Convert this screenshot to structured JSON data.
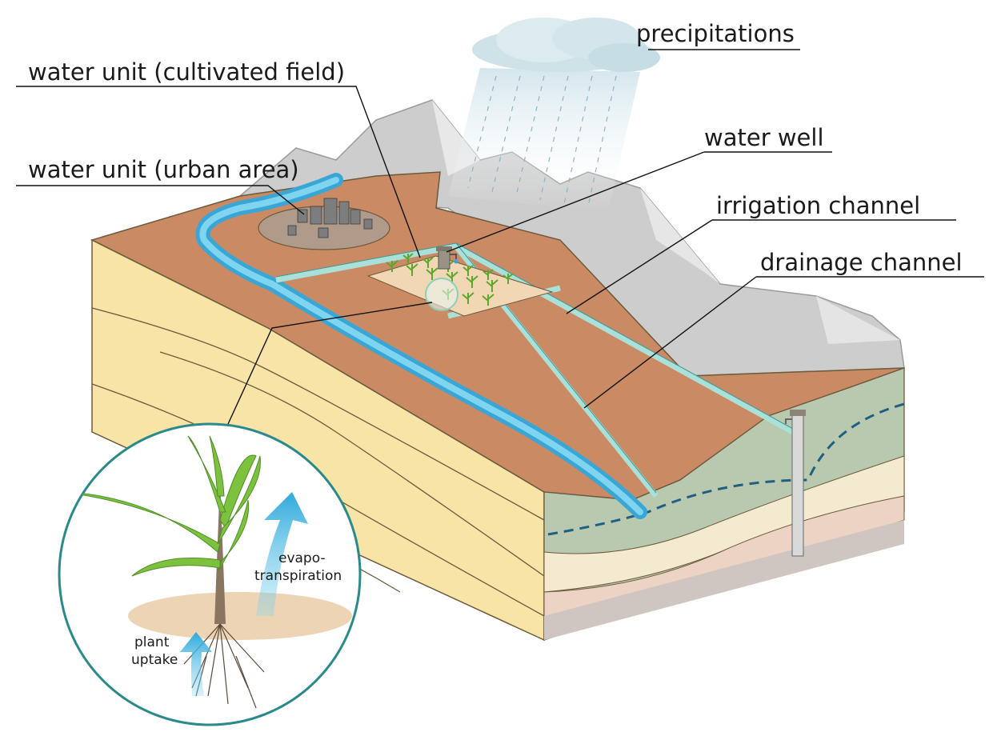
{
  "labels": {
    "precipitations": "precipitations",
    "cultivated_field": "water unit (cultivated field)",
    "urban_area": "water unit (urban area)",
    "water_well": "water well",
    "irrigation_channel": "irrigation channel",
    "drainage_channel": "drainage channel",
    "evapo_line1": "evapo-",
    "evapo_line2": "transpiration",
    "uptake_line1": "plant",
    "uptake_line2": "uptake"
  },
  "colors": {
    "soil_top": "#c98a64",
    "soil_side": "#f7e4a6",
    "mountain": "#c9c9c9",
    "water": "#5ec3e4",
    "channel": "#a9e0d8",
    "aquifer_green": "#b9c9b0",
    "sand": "#f3ead0",
    "clay": "#ecd3c3",
    "bedrock": "#cfc6c2",
    "water_table": "#1f5f80",
    "plant_green": "#7cc23f",
    "inset_border": "#2a8a8a"
  }
}
